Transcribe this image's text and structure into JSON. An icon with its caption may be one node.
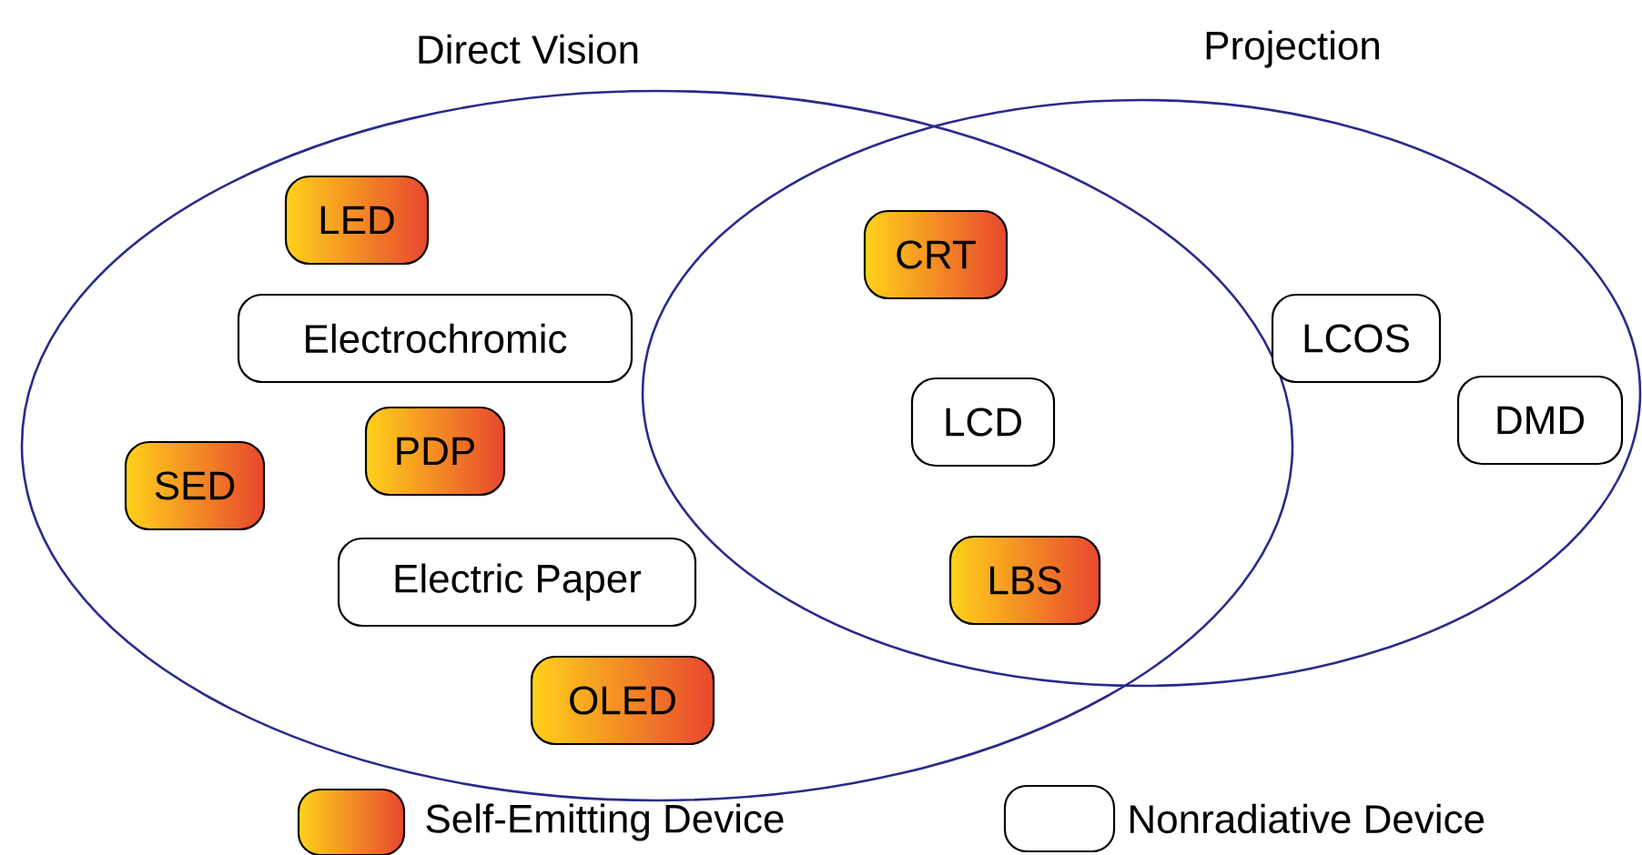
{
  "diagram": {
    "nodes": [
      {
        "text": [
          "Direct Vision"
        ]
      },
      {
        "text": [
          "Projection"
        ]
      },
      {
        "text": [
          "LED"
        ],
        "in": 0
      },
      {
        "text": [
          "Electrochromic"
        ],
        "in": 0
      },
      {
        "text": [
          "PDP"
        ],
        "in": 0
      },
      {
        "text": [
          "SED"
        ],
        "in": 0
      },
      {
        "text": [
          "Electric Paper"
        ],
        "in": 0
      },
      {
        "text": [
          "OLED"
        ],
        "in": 0
      },
      {
        "text": [
          "CRT"
        ]
      },
      {
        "text": [
          "LCD"
        ]
      },
      {
        "text": [
          "LBS"
        ]
      },
      {
        "text": [
          "LCOS"
        ],
        "in": 1
      },
      {
        "text": [
          "DMD"
        ],
        "in": 1
      }
    ],
    "legend": [
      {
        "text": "Self-Emitting Device"
      },
      {
        "text": "Nonradiative Device"
      }
    ]
  }
}
